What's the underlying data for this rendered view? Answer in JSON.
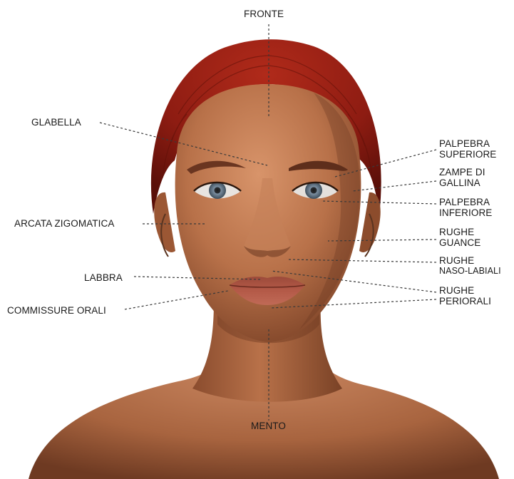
{
  "labels": {
    "fronte": "FRONTE",
    "glabella": "GLABELLA",
    "arcata_zigomatica": "ARCATA ZIGOMATICA",
    "labbra": "LABBRA",
    "commissure_orali": "COMMISSURE ORALI",
    "mento": "MENTO",
    "palpebra_superiore": [
      "PALPEBRA",
      "SUPERIORE"
    ],
    "zampe_di_gallina": [
      "ZAMPE DI",
      "GALLINA"
    ],
    "palpebra_inferiore": [
      "PALPEBRA",
      "INFERIORE"
    ],
    "rughe_guance": [
      "RUGHE",
      "GUANCE"
    ],
    "rughe_naso_labiali": [
      "RUGHE",
      "NASO-LABIALI"
    ],
    "rughe_periorali": [
      "RUGHE",
      "PERIORALI"
    ]
  },
  "colors": {
    "hair": "#8e1c12",
    "skin": "#c07a52",
    "skin_shadow": "#7a4328",
    "lips": "#b45a48",
    "iris": "#5d6f80",
    "leader_line": "#3a3a3a",
    "text": "#1a1a1a",
    "background": "#ffffff"
  }
}
